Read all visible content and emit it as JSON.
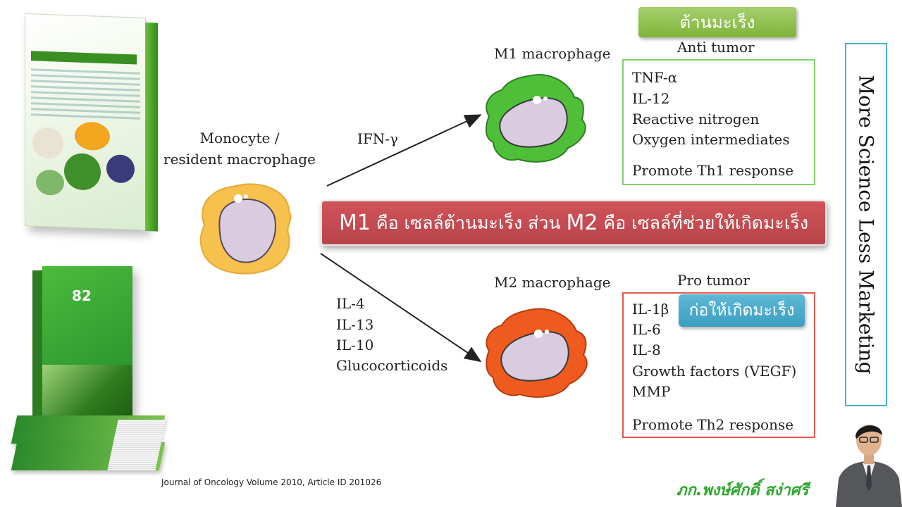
{
  "diagram": {
    "monocyte_label_line1": "Monocyte /",
    "monocyte_label_line2": "resident macrophage",
    "m1_label": "M1 macrophage",
    "m2_label": "M2 macrophage",
    "m1_inducer": "IFN-γ",
    "m2_inducers": [
      "IL-4",
      "IL-13",
      "IL-10",
      "Glucocorticoids"
    ],
    "anti_tumor": "Anti tumor",
    "pro_tumor": "Pro tumor",
    "m1_products": [
      "TNF-α",
      "IL-12",
      "Reactive nitrogen",
      "Oxygen intermediates"
    ],
    "m1_response": "Promote Th1 response",
    "m2_products": [
      "IL-1β",
      "IL-6",
      "IL-8",
      "Growth factors (VEGF)",
      "MMP"
    ],
    "m2_response": "Promote Th2 response",
    "colors": {
      "monocyte": "#f6c14c",
      "m1": "#4fbf3a",
      "m2": "#ef5a1f",
      "nucleus": "#d9cbe0",
      "m1_box_border": "#7fd36a",
      "m2_box_border": "#e05a4e"
    }
  },
  "tags": {
    "anti_cancer_thai": "ต้านมะเร็ง",
    "pro_cancer_thai": "ก่อให้เกิดมะเร็ง"
  },
  "banner": {
    "m1": "M1",
    "m1_text": "คือ เซลล์ต้านมะเร็ง ส่วน",
    "m2": "M2",
    "m2_text": "คือ เซลล์ที่ช่วยให้เกิดมะเร็ง"
  },
  "side": {
    "slogan": "More Science Less Marketing",
    "credit": "ภก.พงษ์ศักดิ์ สง่าศรี"
  },
  "reference": "Journal of Oncology Volume 2010, Article ID 201026",
  "book": {
    "number": "82"
  }
}
